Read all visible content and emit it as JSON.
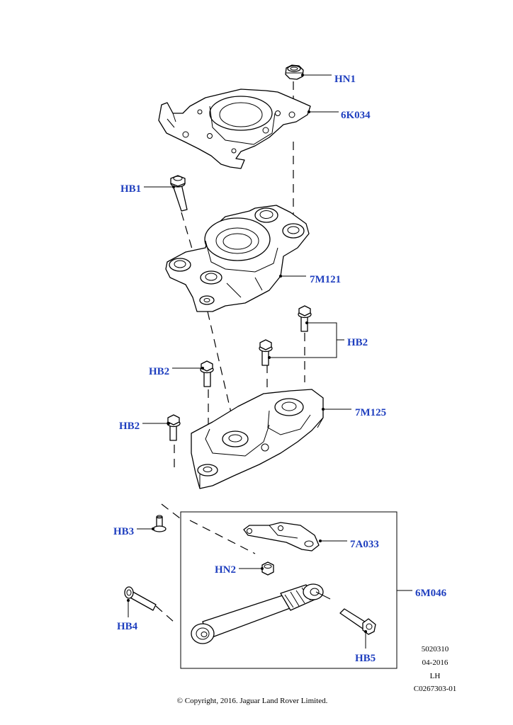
{
  "colors": {
    "callout": "#1f3fbf",
    "line": "#000000",
    "background": "#ffffff"
  },
  "callouts": {
    "hn1": "HN1",
    "6k034": "6K034",
    "hb1": "HB1",
    "7m121": "7M121",
    "hb2_right": "HB2",
    "hb2_mid": "HB2",
    "hb2_left": "HB2",
    "7m125": "7M125",
    "hb3": "HB3",
    "7a033": "7A033",
    "hn2": "HN2",
    "6m046": "6M046",
    "hb4": "HB4",
    "hb5": "HB5"
  },
  "info_block": {
    "line1": "5020310",
    "line2": "04-2016",
    "line3": "LH",
    "line4": "C0267303-01"
  },
  "copyright": "© Copyright, 2016. Jaguar Land Rover Limited."
}
